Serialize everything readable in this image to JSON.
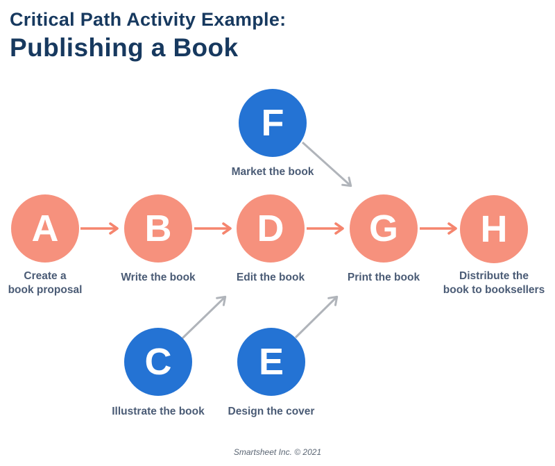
{
  "title": {
    "eyebrow": "Critical Path Activity Example:",
    "heading": "Publishing a Book"
  },
  "nodes": [
    {
      "id": "A",
      "letter": "A",
      "label": "Create a\nbook proposal",
      "type": "critical"
    },
    {
      "id": "B",
      "letter": "B",
      "label": "Write the book",
      "type": "critical"
    },
    {
      "id": "C",
      "letter": "C",
      "label": "Illustrate the book",
      "type": "non-critical"
    },
    {
      "id": "D",
      "letter": "D",
      "label": "Edit the book",
      "type": "critical"
    },
    {
      "id": "E",
      "letter": "E",
      "label": "Design the cover",
      "type": "non-critical"
    },
    {
      "id": "F",
      "letter": "F",
      "label": "Market the book",
      "type": "non-critical"
    },
    {
      "id": "G",
      "letter": "G",
      "label": "Print the book",
      "type": "critical"
    },
    {
      "id": "H",
      "letter": "H",
      "label": "Distribute the\nbook to booksellers",
      "type": "critical"
    }
  ],
  "edges": [
    {
      "from": "A",
      "to": "B",
      "type": "critical"
    },
    {
      "from": "B",
      "to": "D",
      "type": "critical"
    },
    {
      "from": "D",
      "to": "G",
      "type": "critical"
    },
    {
      "from": "G",
      "to": "H",
      "type": "critical"
    },
    {
      "from": "C",
      "to": "D",
      "type": "dependency"
    },
    {
      "from": "E",
      "to": "G",
      "type": "dependency"
    },
    {
      "from": "F",
      "to": "G",
      "type": "dependency"
    }
  ],
  "colors": {
    "critical_node": "#F6917D",
    "critical_arrow": "#F5856E",
    "non_critical_node": "#2473D4",
    "dependency_arrow": "#B0B4BA",
    "title_text": "#17395F",
    "label_text": "#4A5B75"
  },
  "footer": {
    "credit": "Smartsheet Inc. © 2021"
  }
}
